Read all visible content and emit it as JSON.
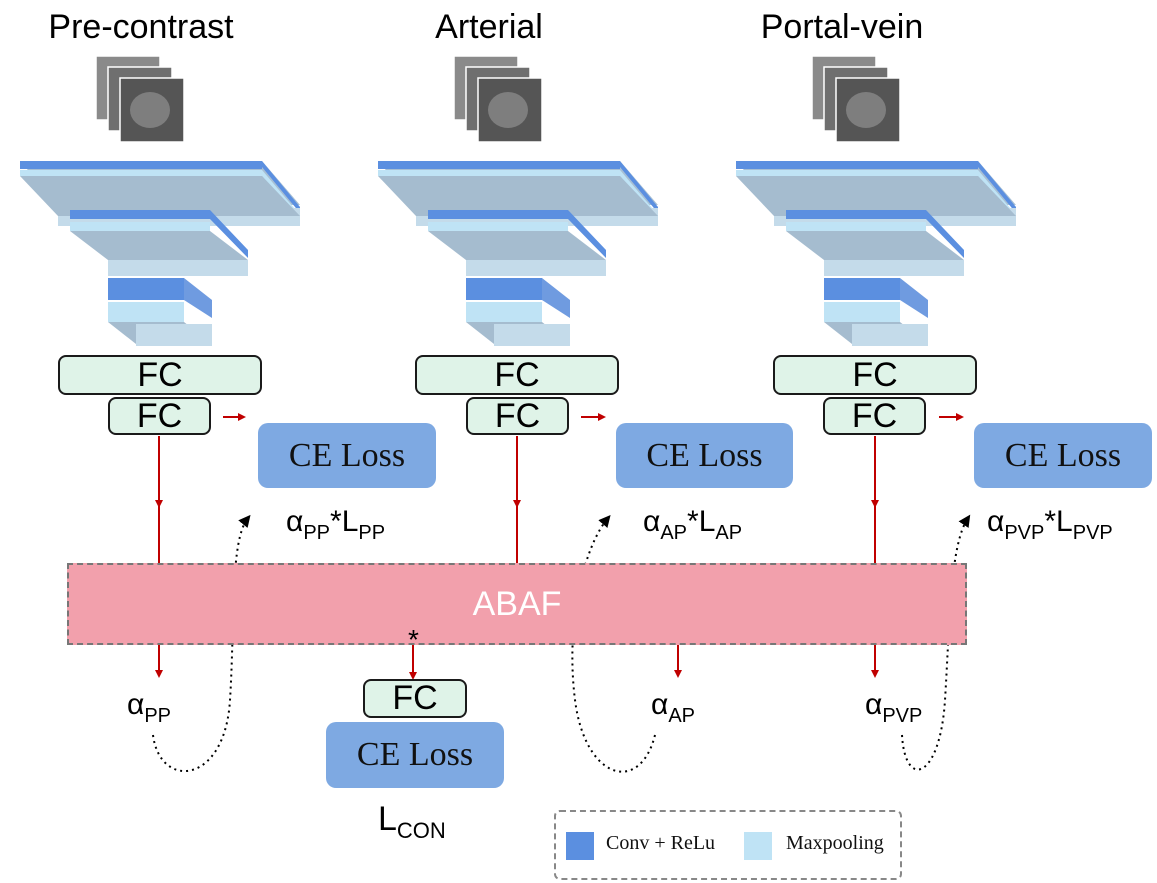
{
  "colors": {
    "conv": "#5b8fe0",
    "pool": "#bfe3f5",
    "fc_fill": "#dff3e8",
    "loss_fill": "#7ea9e2",
    "abaf_fill": "#f2a0ac",
    "arrow": "#c00000"
  },
  "branches": [
    {
      "title": "Pre-contrast",
      "fc1": "FC",
      "fc2": "FC",
      "loss": "CE Loss",
      "wl_alpha": "α",
      "wl_alpha_sub": "PP",
      "wl_mid": "*L",
      "wl_l_sub": "PP",
      "alpha": "α",
      "alpha_sub": "PP"
    },
    {
      "title": "Arterial",
      "fc1": "FC",
      "fc2": "FC",
      "loss": "CE Loss",
      "wl_alpha": "α",
      "wl_alpha_sub": "AP",
      "wl_mid": "*L",
      "wl_l_sub": "AP",
      "alpha": "α",
      "alpha_sub": "AP"
    },
    {
      "title": "Portal-vein",
      "fc1": "FC",
      "fc2": "FC",
      "loss": "CE Loss",
      "wl_alpha": "α",
      "wl_alpha_sub": "PVP",
      "wl_mid": "*L",
      "wl_l_sub": "PVP",
      "alpha": "α",
      "alpha_sub": "PVP"
    }
  ],
  "fusion": {
    "label": "ABAF",
    "star": "*",
    "fc": "FC",
    "loss": "CE Loss",
    "l_con": "L",
    "l_con_sub": "CON"
  },
  "legend": {
    "conv": "Conv + ReLu",
    "pool": "Maxpooling"
  }
}
